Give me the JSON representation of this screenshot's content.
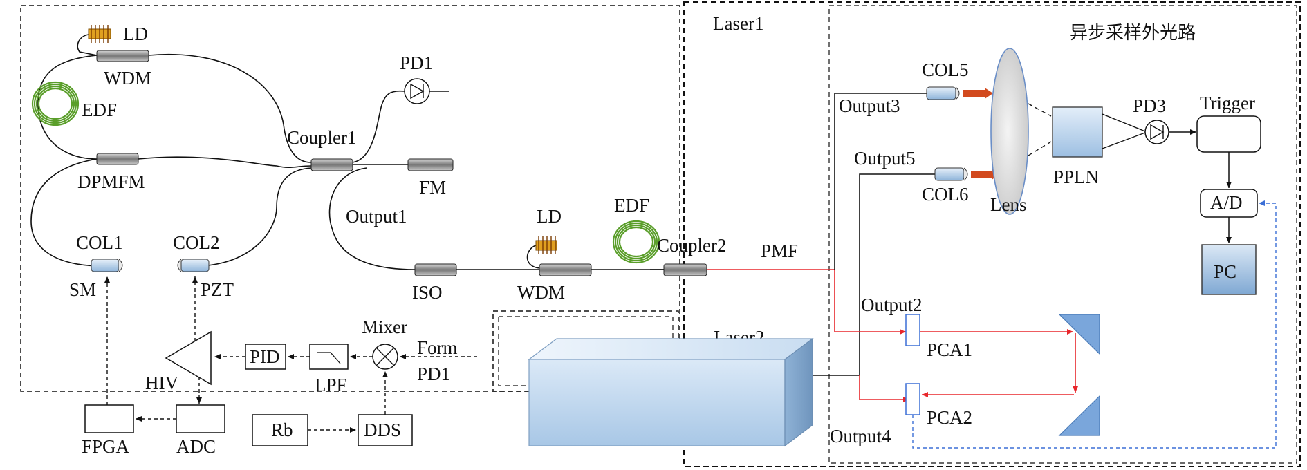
{
  "regions": {
    "laser1": "Laser1",
    "laser2": "Laser2",
    "async": "异步采样外光路"
  },
  "labels": {
    "ld_top": "LD",
    "wdm_top": "WDM",
    "edf_left": "EDF",
    "dpmfm": "DPMFM",
    "col1": "COL1",
    "col2": "COL2",
    "sm": "SM",
    "pzt": "PZT",
    "pd1": "PD1",
    "coupler1": "Coupler1",
    "fm": "FM",
    "output1": "Output1",
    "iso": "ISO",
    "ld_mid": "LD",
    "wdm_mid": "WDM",
    "edf_mid": "EDF",
    "coupler2": "Coupler2",
    "pmf": "PMF",
    "hiv": "HIV",
    "pid": "PID",
    "lpf": "LPF",
    "mixer": "Mixer",
    "form": "Form",
    "pd1_ref": "PD1",
    "fpga": "FPGA",
    "adc": "ADC",
    "rb": "Rb",
    "dds": "DDS",
    "col5": "COL5",
    "output3": "Output3",
    "output5": "Output5",
    "col6": "COL6",
    "lens": "Lens",
    "ppln": "PPLN",
    "pd3": "PD3",
    "trigger": "Trigger",
    "ad": "A/D",
    "pc": "PC",
    "output2": "Output2",
    "pca1": "PCA1",
    "pca2": "PCA2",
    "output4": "Output4"
  },
  "colors": {
    "red_beam": "#e8262b",
    "blue_dashed": "#3b6fd6",
    "component_fill": "#a9c8e8",
    "fiber_coil": "#5a9e2a"
  }
}
